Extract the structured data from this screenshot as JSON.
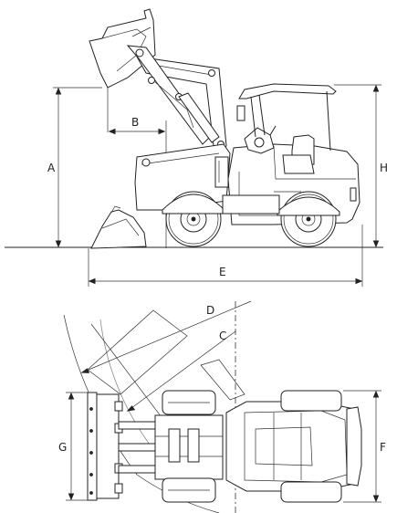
{
  "dimensions": {
    "A": "A",
    "B": "B",
    "C": "C",
    "D": "D",
    "E": "E",
    "F": "F",
    "G": "G",
    "H": "H"
  },
  "colors": {
    "line": "#222222",
    "background": "#ffffff"
  }
}
